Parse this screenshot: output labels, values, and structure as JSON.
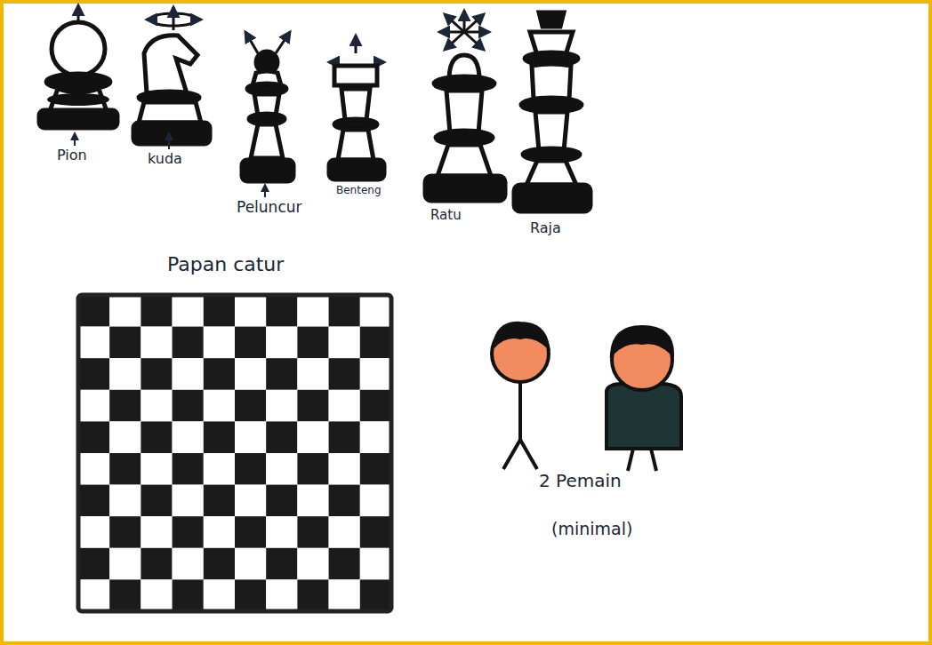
{
  "diagram": {
    "labels": [
      "Pion",
      "kuda",
      "Peluncur",
      "Benteng",
      "Ratu",
      "Raja",
      "Papan catur",
      "2 Pemain",
      "(minimal)"
    ]
  }
}
